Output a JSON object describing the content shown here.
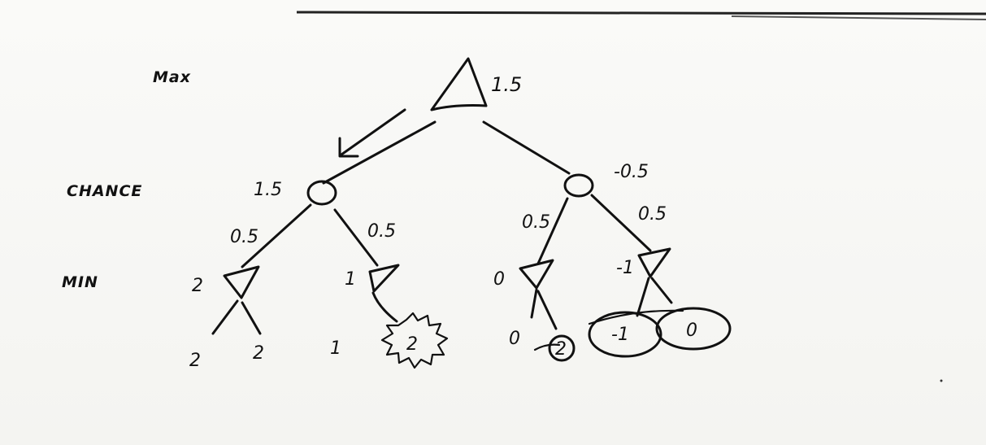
{
  "row_labels": {
    "max": "Max",
    "chance": "CHANCE",
    "min": "MIN"
  },
  "max_node": {
    "value": "1.5"
  },
  "chance_nodes": [
    {
      "value": "1.5"
    },
    {
      "value": "-0.5"
    }
  ],
  "probabilities": [
    "0.5",
    "0.5",
    "0.5",
    "0.5"
  ],
  "min_nodes": [
    {
      "value": "2"
    },
    {
      "value": "1"
    },
    {
      "value": "0"
    },
    {
      "value": "-1"
    }
  ],
  "leaves": [
    "2",
    "2",
    "1",
    "2",
    "0",
    "2",
    "-1",
    "0"
  ]
}
